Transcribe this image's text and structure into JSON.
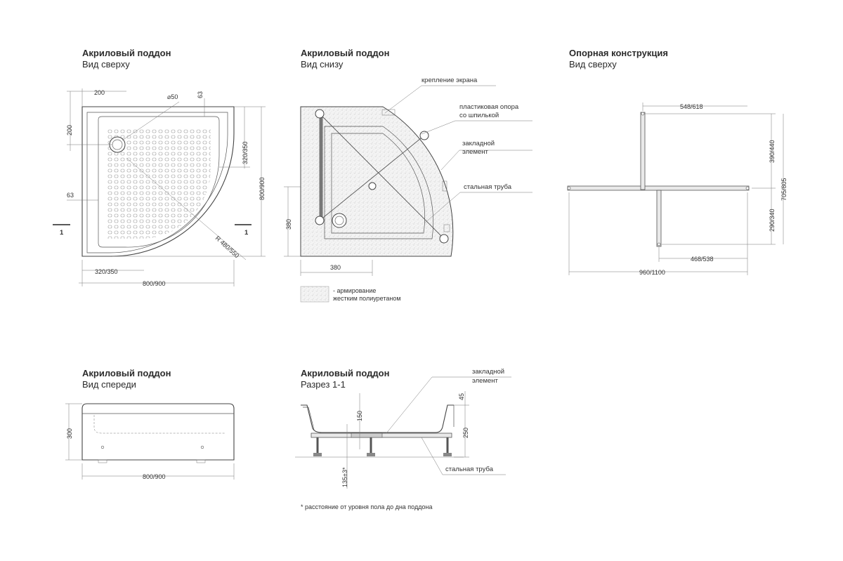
{
  "views": {
    "top": {
      "title": "Акриловый поддон",
      "subtitle": "Вид сверху"
    },
    "bottom": {
      "title": "Акриловый поддон",
      "subtitle": "Вид снизу"
    },
    "support": {
      "title": "Опорная конструкция",
      "subtitle": "Вид сверху"
    },
    "front": {
      "title": "Акриловый поддон",
      "subtitle": "Вид спереди"
    },
    "section": {
      "title": "Акриловый поддон",
      "subtitle": "Разрез 1-1"
    }
  },
  "top_dims": {
    "d200_h": "200",
    "d50": "⌀50",
    "d63_top": "63",
    "d200_v": "200",
    "d320_v": "320/350",
    "d800_v": "800/900",
    "d63_left": "63",
    "sec1_left": "1",
    "sec1_right": "1",
    "radius": "R 480/550",
    "d320_h": "320/350",
    "d800_h": "800/900"
  },
  "bottom_labels": {
    "screen_mount": "крепление экрана",
    "plastic_support_1": "пластиковая опора",
    "plastic_support_2": "со шпилькой",
    "embedded_1": "закладной",
    "embedded_2": "элемент",
    "steel_pipe": "стальная труба",
    "d380_v": "380",
    "d380_h": "380",
    "legend_1": "- армирование",
    "legend_2": "жестким полиуретаном"
  },
  "support_dims": {
    "d548": "548/618",
    "d390": "390/440",
    "d705": "705/805",
    "d290": "290/340",
    "d468": "468/538",
    "d960": "960/1100"
  },
  "front_dims": {
    "d300": "300",
    "d800": "800/900"
  },
  "section_labels": {
    "embedded_1": "закладной",
    "embedded_2": "элемент",
    "d45": "45",
    "d150": "150",
    "d250": "250",
    "d135": "135±3*",
    "steel_pipe": "стальная труба"
  },
  "footnote": "* расстояние от уровня пола до дна поддона"
}
